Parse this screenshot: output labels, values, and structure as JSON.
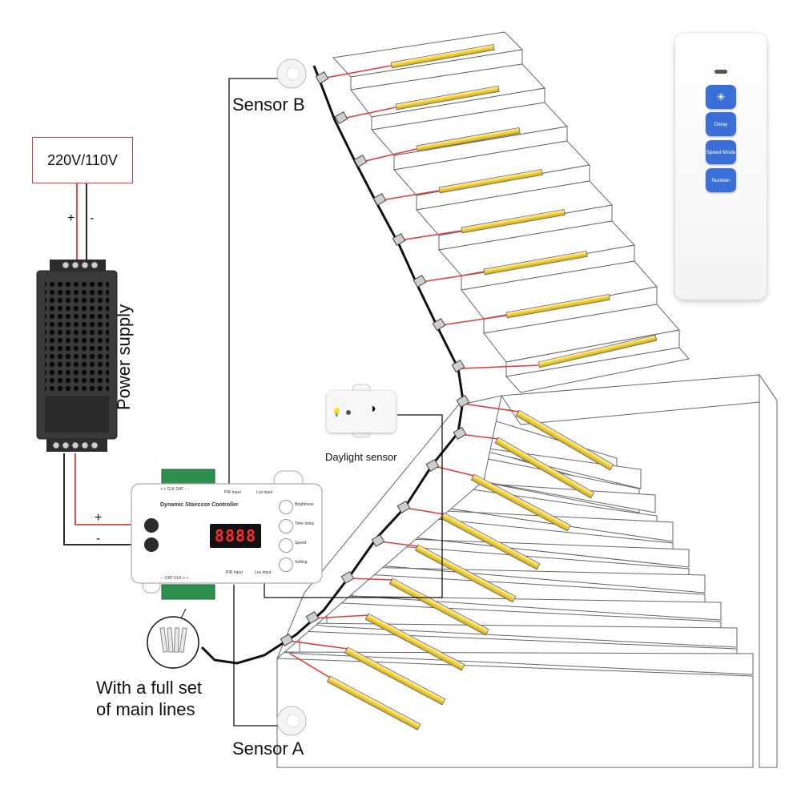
{
  "labels": {
    "voltage": "220V/110V",
    "dc_plus": "+",
    "dc_minus": "-",
    "power_supply": "Power supply",
    "sensor_b": "Sensor B",
    "sensor_a": "Sensor A",
    "daylight_sensor": "Daylight sensor",
    "main_lines_1": "With a full set",
    "main_lines_2": "of main lines",
    "out_plus": "+",
    "out_minus": "-"
  },
  "controller": {
    "title": "Dynamic Staircsse Controller",
    "display": "8888",
    "buttons": [
      "Brightness",
      "Time delay",
      "Speed",
      "Setting"
    ],
    "pir_top": "PIR Input",
    "lux_top": "Lux input",
    "pir_bottom": "PIR Input",
    "lux_bottom": "Lux input",
    "top_terminals": "+  +  CLK  DAT  -  -",
    "bottom_terminals": "-  -  DAT  CLK  +  +"
  },
  "remote": {
    "buttons": [
      "☀",
      "Delay",
      "Speed Mode",
      "Number"
    ]
  },
  "colors": {
    "wire_red": "#e23a3a",
    "wire_black": "#111111",
    "led_yellow": "#f3d23a",
    "remote_button": "#3a6fd8"
  }
}
